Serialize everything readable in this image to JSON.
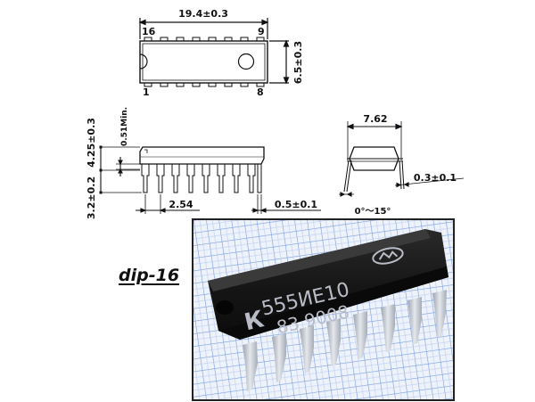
{
  "top_view": {
    "length_dim": "19.4±0.3",
    "width_dim": "6.5±0.3",
    "pin_labels": {
      "top_left": "16",
      "top_right": "9",
      "bottom_left": "1",
      "bottom_right": "8"
    }
  },
  "side_view": {
    "standoff_dim": "0.51Min.",
    "body_height_dim": "4.25±0.3",
    "lead_length_dim": "3.2±0.2",
    "pitch_dim": "2.54",
    "lead_width_dim": "0.5±0.1"
  },
  "end_view": {
    "row_spacing_dim": "7.62",
    "lead_thickness_dim": "0.3±0.1",
    "angle_dim": "0°～15°"
  },
  "package_label": "dip-16",
  "photo": {
    "marking_line1_prefix": "К",
    "marking_line1": "555ИЕ10",
    "marking_line2": "83  9008",
    "colors": {
      "grid_bg": "#e9eef8",
      "grid_line": "#6f95d8",
      "chip_body": "#1b1b1b",
      "marking": "#b9bcc6",
      "lead": "#c7ccd4"
    }
  }
}
